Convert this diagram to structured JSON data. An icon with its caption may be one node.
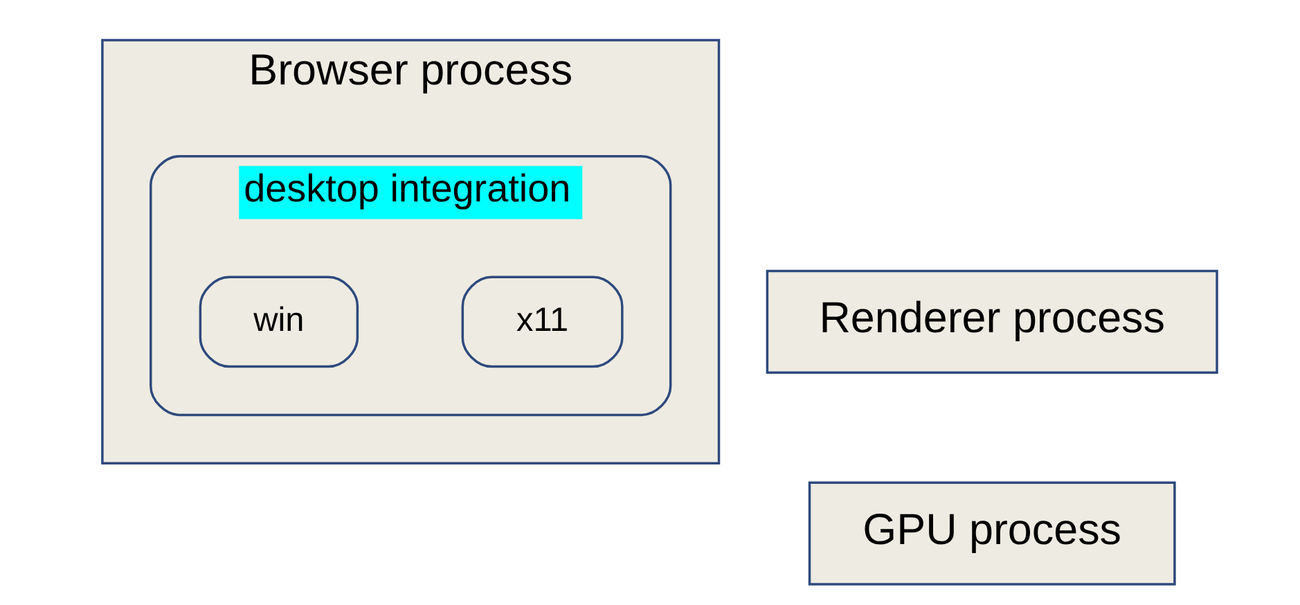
{
  "diagram": {
    "nodes": [
      {
        "text": [
          "Browser process"
        ]
      },
      {
        "text": [
          "desktop integration"
        ],
        "in": 0
      },
      {
        "text": [
          "x11"
        ],
        "in": 1
      },
      {
        "text": [
          "win"
        ],
        "in": 1
      },
      {
        "text": [
          "Renderer process"
        ]
      },
      {
        "text": [
          "GPU process"
        ]
      }
    ]
  }
}
